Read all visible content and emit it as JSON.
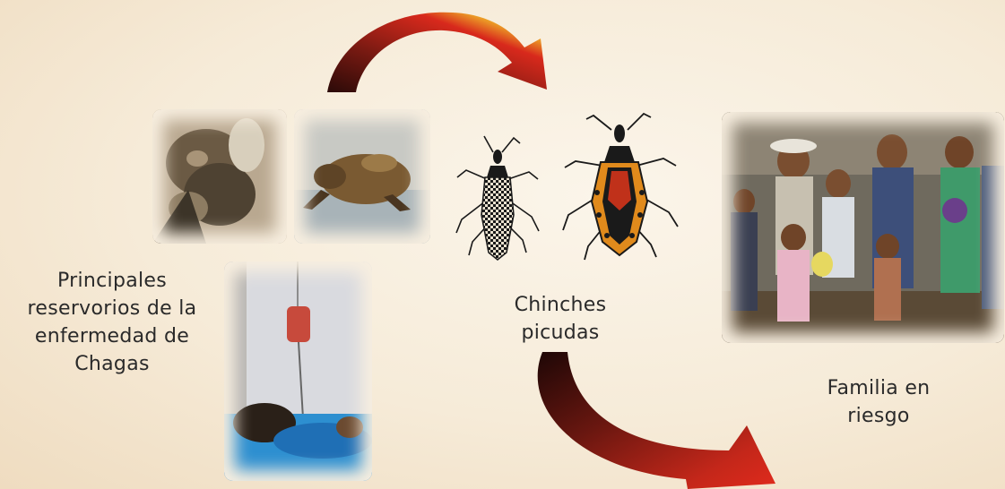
{
  "labels": {
    "reservoirs": [
      "Principales",
      "reservorios de la",
      "enfermedad de",
      "Chagas"
    ],
    "bugs": [
      "Chinches",
      "picudas"
    ],
    "family": [
      "Familia en",
      "riesgo"
    ]
  },
  "colors": {
    "background": "#f6ebd8",
    "arrow_dark": "#3a0f0c",
    "arrow_red": "#d8291c",
    "arrow_yellow": "#f2c12a"
  },
  "icons": {
    "opossum_photo": "opossum-in-tree",
    "armadillo_photo": "animal-on-ground",
    "patient_photo": "patient-with-iv",
    "bug_1": "kissing-bug-checkered",
    "bug_2": "kissing-bug-orange-black",
    "family_photo": "family-group"
  }
}
